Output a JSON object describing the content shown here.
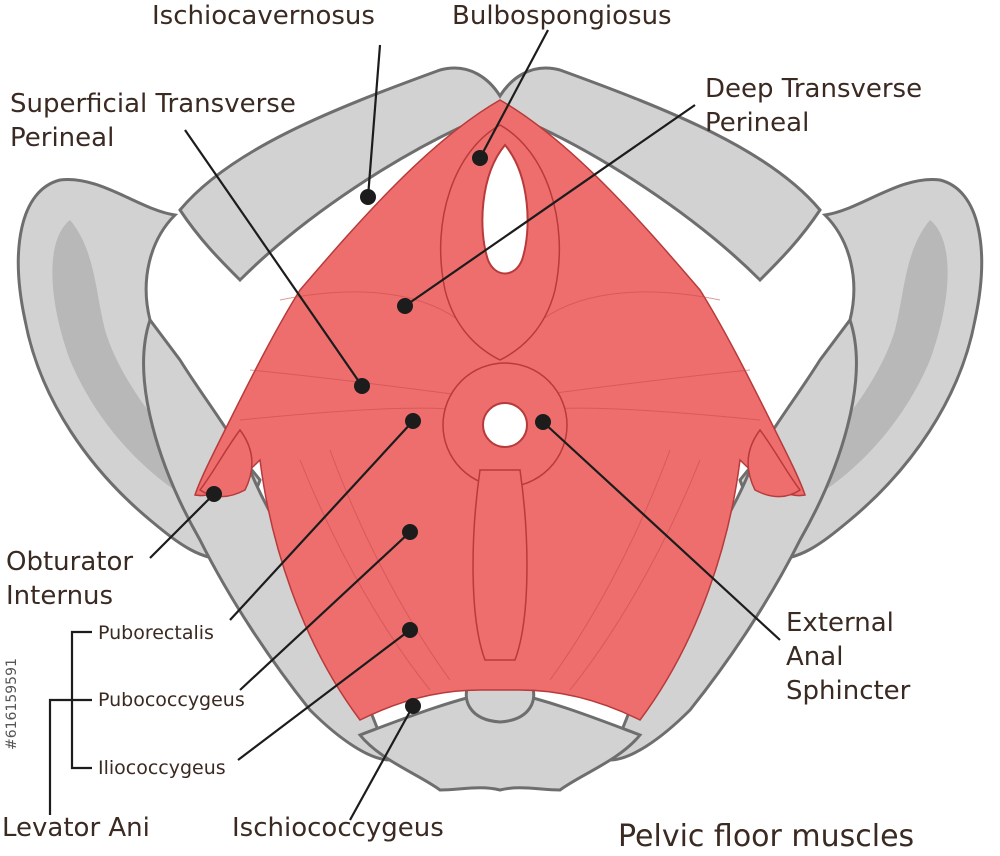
{
  "labels": {
    "ischiocavernosus": "Ischiocavernosus",
    "bulbospongiosus": "Bulbospongiosus",
    "superficial_transverse_1": "Superficial Transverse",
    "superficial_transverse_2": "Perineal",
    "deep_transverse_1": "Deep Transverse",
    "deep_transverse_2": "Perineal",
    "obturator_internus_1": "Obturator",
    "obturator_internus_2": "Internus",
    "puborectalis": "Puborectalis",
    "pubococcygeus": "Pubococcygeus",
    "iliococcygeus": "Iliococcygeus",
    "levator_ani": "Levator Ani",
    "ischiococcygeus": "Ischiococcygeus",
    "external_anal_1": "External",
    "external_anal_2": "Anal",
    "external_anal_3": "Sphincter",
    "title": "Pelvic floor muscles",
    "stock_id": "#616159591"
  },
  "colors": {
    "muscle": "#ee6e6e",
    "muscle_outline": "#b83a3a",
    "bone": "#d2d2d2",
    "bone_outline": "#6e6e6e",
    "label_text": "#3a2a22",
    "leader": "#1c1c1c"
  }
}
